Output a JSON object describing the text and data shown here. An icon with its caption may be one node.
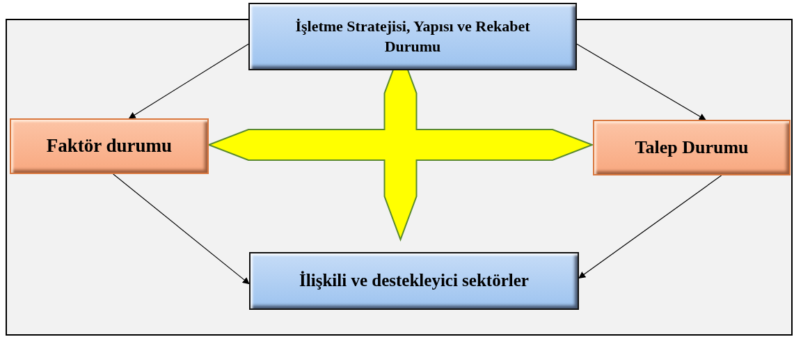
{
  "diagram": {
    "nodes": [
      {
        "text": [
          "İşletme Stratejisi, Yapısı ve Rekabet Durumu"
        ]
      },
      {
        "text": [
          "Faktör durumu"
        ]
      },
      {
        "text": [
          "Talep Durumu"
        ]
      },
      {
        "text": [
          "İlişkili ve destekleyici sektörler"
        ]
      },
      {
        "text": [],
        "shape": "cross"
      }
    ],
    "edges": [
      {
        "from": 0,
        "to": 1,
        "arrow": "to"
      },
      {
        "from": 0,
        "to": 2,
        "arrow": "to"
      },
      {
        "from": 1,
        "to": 3,
        "arrow": "to"
      },
      {
        "from": 2,
        "to": 3,
        "arrow": "to"
      }
    ]
  }
}
